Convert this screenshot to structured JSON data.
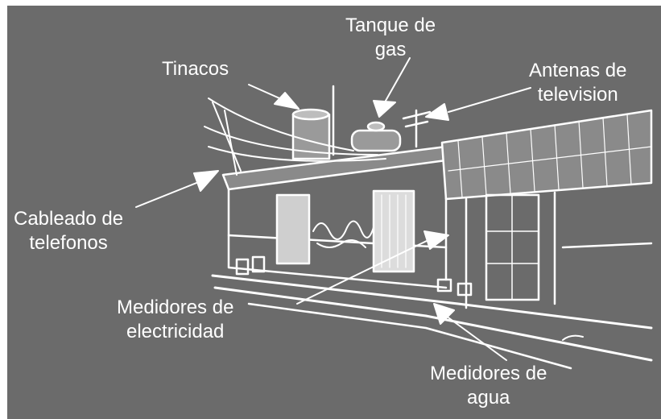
{
  "colors": {
    "background": "#6b6b6b",
    "ink": "#ffffff",
    "frame": "#ffffff"
  },
  "labels": {
    "tanque_gas": {
      "line1": "Tanque de",
      "line2": "gas"
    },
    "tinacos": {
      "line1": "Tinacos"
    },
    "antenas": {
      "line1": "Antenas de",
      "line2": "television"
    },
    "cableado": {
      "line1": "Cableado de",
      "line2": "telefonos"
    },
    "medidores_electricidad": {
      "line1": "Medidores de",
      "line2": "electricidad"
    },
    "medidores_agua": {
      "line1": "Medidores de",
      "line2": "agua"
    }
  }
}
